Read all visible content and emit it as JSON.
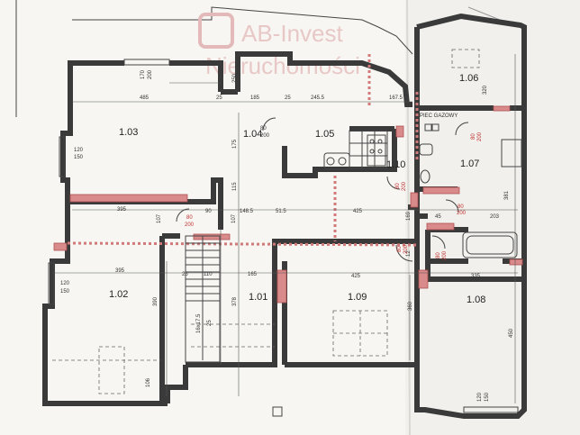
{
  "watermark": {
    "line1": "AB-Invest",
    "line2": "Nieruchomości"
  },
  "rooms": [
    {
      "id": "r103",
      "label": "1.03"
    },
    {
      "id": "r104",
      "label": "1.04"
    },
    {
      "id": "r105",
      "label": "1.05"
    },
    {
      "id": "r110",
      "label": "1.10"
    },
    {
      "id": "r106",
      "label": "1.06"
    },
    {
      "id": "r107",
      "label": "1.07"
    },
    {
      "id": "r102",
      "label": "1.02"
    },
    {
      "id": "r101",
      "label": "1.01"
    },
    {
      "id": "r109",
      "label": "1.09"
    },
    {
      "id": "r108",
      "label": "1.08"
    }
  ],
  "annotation": {
    "boiler": "PIEC GAZOWY"
  },
  "dims": {
    "d485": "485",
    "d185": "185",
    "d2455": "245.5",
    "d1675": "167.5",
    "d320": "320",
    "d250": "250",
    "d175": "175",
    "d115": "115",
    "d395a": "395",
    "d90": "90",
    "d1485": "148.5",
    "d515": "51.5",
    "d425a": "425",
    "d203": "203",
    "d395b": "395",
    "d110": "110",
    "d165": "165",
    "d425b": "425",
    "d335": "335",
    "d390": "390",
    "d378": "378",
    "d106": "106",
    "d360": "360",
    "d450": "450",
    "d381": "381",
    "d25a": "25",
    "d25b": "25",
    "d25c": "25",
    "d107a": "107",
    "d107b": "107",
    "d12": "12",
    "d45": "45",
    "d169": "169",
    "w120a": "120",
    "w150a": "150",
    "w120b": "120",
    "w150b": "150",
    "w120c": "120",
    "w150c": "150",
    "w170": "170",
    "w200": "200"
  },
  "doors": {
    "d1": {
      "w": "80",
      "h": "200"
    },
    "d2": {
      "w": "80",
      "h": "200"
    },
    "d3": {
      "w": "80",
      "h": "200"
    },
    "d4": {
      "w": "80",
      "h": "200"
    },
    "d5": {
      "w": "80",
      "h": "200"
    },
    "d6": {
      "w": "80",
      "h": "200"
    },
    "d7": {
      "w": "80",
      "h": "200"
    }
  },
  "stairs": {
    "label": "16x17.5",
    "count": "25"
  }
}
